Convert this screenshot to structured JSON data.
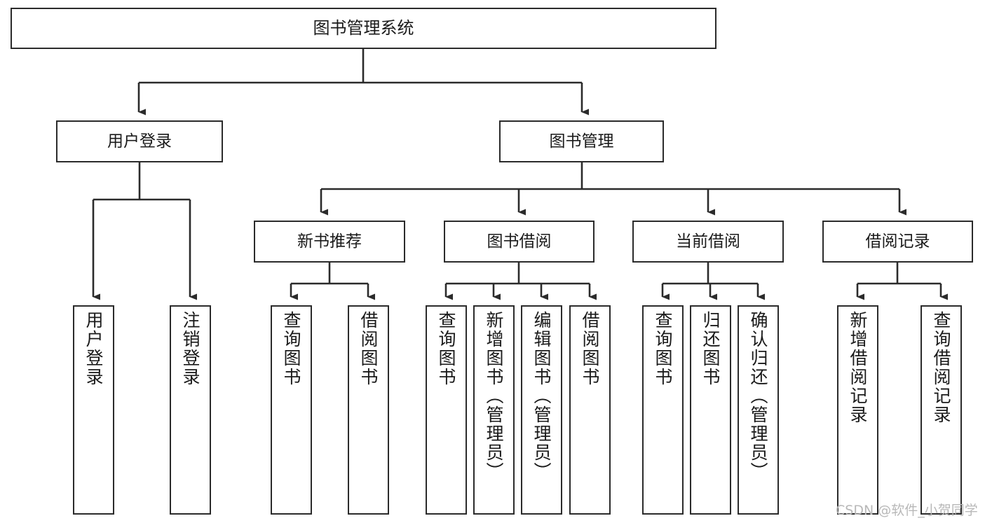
{
  "diagram": {
    "title": "图书管理系统",
    "type": "功能结构图",
    "stroke_color": "#2b2b2b",
    "fill_color": "#ffffff",
    "text_color": "#1a1a1a",
    "watermark": "CSDN @软件_小贺同学",
    "watermark_color": "#b8b8b8"
  },
  "nodes": {
    "root": {
      "label": "图书管理系统"
    },
    "level2": [
      {
        "label": "用户登录"
      },
      {
        "label": "图书管理"
      }
    ],
    "level3": [
      {
        "label": "新书推荐"
      },
      {
        "label": "图书借阅"
      },
      {
        "label": "当前借阅"
      },
      {
        "label": "借阅记录"
      }
    ],
    "leaves": {
      "user_login": [
        {
          "label": "用户登录"
        },
        {
          "label": "注销登录"
        }
      ],
      "new_book": [
        {
          "label": "查询图书"
        },
        {
          "label": "借阅图书"
        }
      ],
      "book_borrow": [
        {
          "label": "查询图书"
        },
        {
          "label": "新增图书（管理员）"
        },
        {
          "label": "编辑图书（管理员）"
        },
        {
          "label": "借阅图书"
        }
      ],
      "current_borrow": [
        {
          "label": "查询图书"
        },
        {
          "label": "归还图书"
        },
        {
          "label": "确认归还（管理员）"
        }
      ],
      "borrow_record": [
        {
          "label": "新增借阅记录"
        },
        {
          "label": "查询借阅记录"
        }
      ]
    }
  }
}
